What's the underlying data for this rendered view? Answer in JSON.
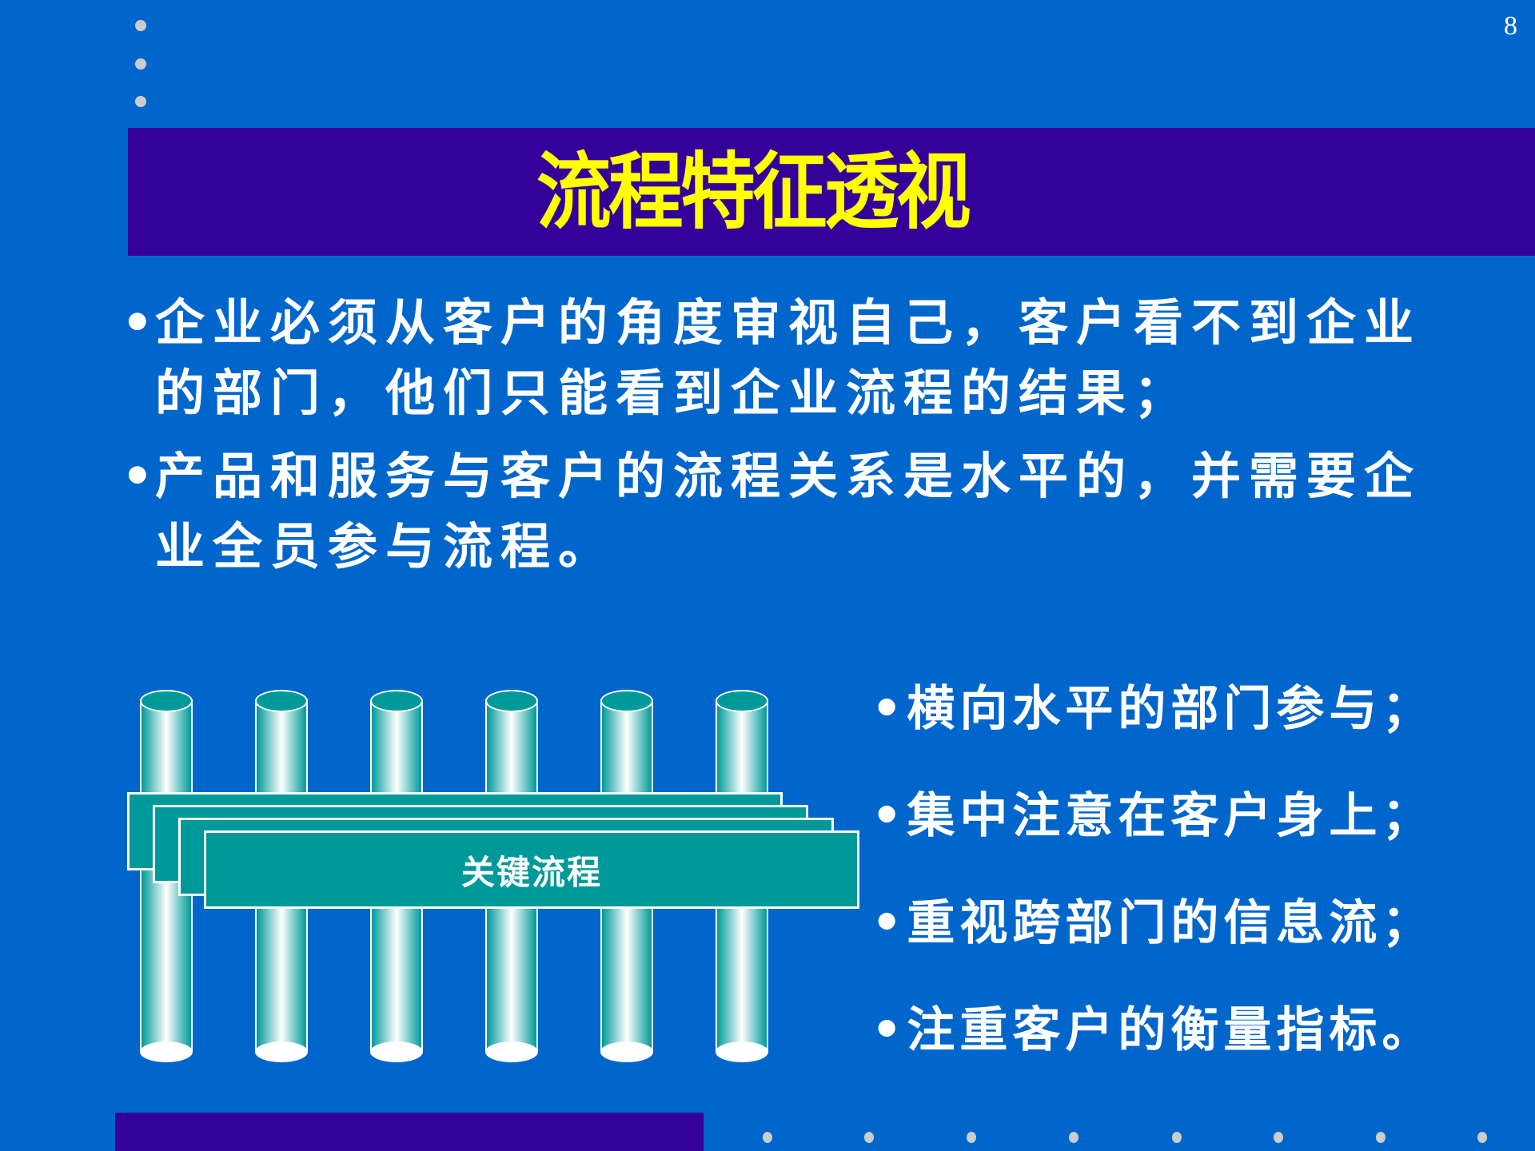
{
  "page_number": "8",
  "title": "流程特征透视",
  "bullets": [
    {
      "mark": "•",
      "text": "企业必须从客户的角度审视自己，客户看不到企业的部门，他们只能看到企业流程的结果；"
    },
    {
      "mark": "•",
      "text": "产品和服务与客户的流程关系是水平的，并需要企业全员参与流程。"
    }
  ],
  "diagram": {
    "center_label": "关键流程",
    "department_pillars": 6,
    "process_layers": 4
  },
  "right_points": [
    "•横向水平的部门参与；",
    "•集中注意在客户身上；",
    "•重视跨部门的信息流；",
    "•注重客户的衡量指标。"
  ],
  "colors": {
    "background": "#0066CC",
    "band": "#330099",
    "title": "#FFFF00",
    "teal": "#009999",
    "dots": "#CCCCCC"
  }
}
